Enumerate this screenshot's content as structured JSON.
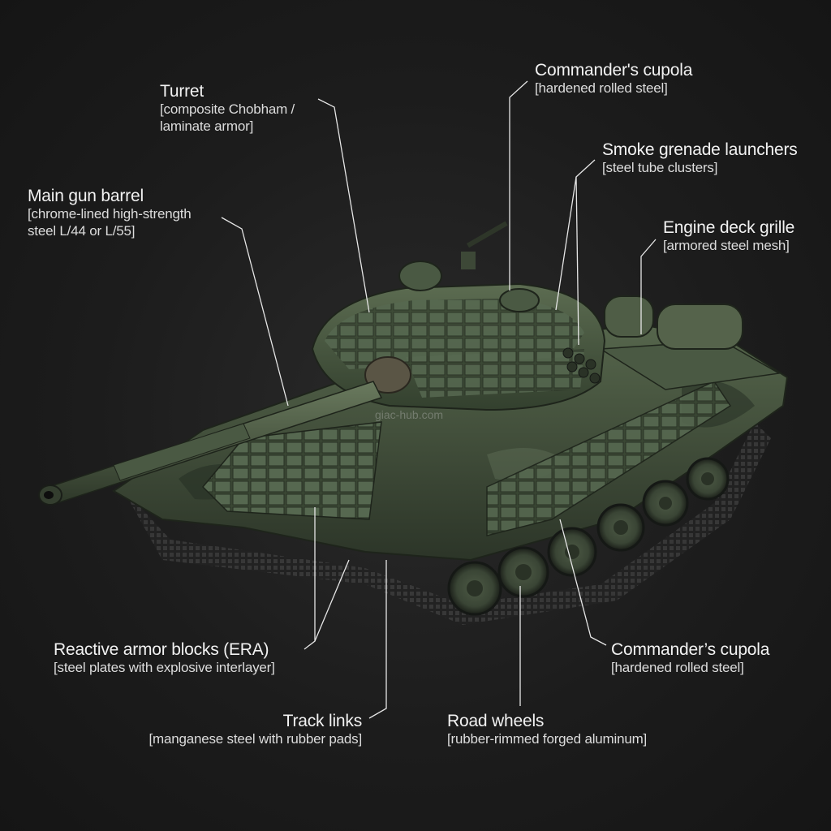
{
  "diagram": {
    "subject": "Main battle tank, cutaway callouts",
    "watermark": "giac-hub.com",
    "colors": {
      "background": "#1c1c1c",
      "text": "#f0f0f0",
      "leader_line": "#e6e6e6",
      "hull_green": "#3f4d38",
      "hull_dark": "#2b3327"
    },
    "callouts": [
      {
        "id": "turret",
        "title": "Turret",
        "material": "[composite Chobham /\nlaminate armor]"
      },
      {
        "id": "main-gun",
        "title": "Main gun barrel",
        "material": "[chrome-lined high-strength\nsteel L/44 or L/55]"
      },
      {
        "id": "commander-cupola-top",
        "title": "Commander's cupola",
        "material": "[hardened rolled steel]"
      },
      {
        "id": "smoke-launchers",
        "title": "Smoke grenade launchers",
        "material": "[steel tube clusters]"
      },
      {
        "id": "engine-grille",
        "title": "Engine deck grille",
        "material": "[armored steel mesh]"
      },
      {
        "id": "era",
        "title": "Reactive armor blocks (ERA)",
        "material": "[steel plates with explosive interlayer]"
      },
      {
        "id": "track-links",
        "title": "Track links",
        "material": "[manganese steel with rubber pads]"
      },
      {
        "id": "road-wheels",
        "title": "Road wheels",
        "material": "[rubber-rimmed forged aluminum]"
      },
      {
        "id": "commander-cupola-bottom",
        "title": "Commander’s cupola",
        "material": "[hardened rolled steel]"
      }
    ]
  }
}
